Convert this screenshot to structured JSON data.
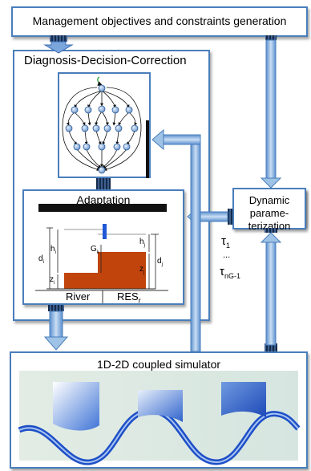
{
  "boxes": {
    "management": "Management objectives and constraints generation",
    "ddc": "Diagnosis-Decision-Correction",
    "adaptation": "Adaptation",
    "dynamic": [
      "Dynamic",
      "parame-",
      "terization"
    ],
    "simulator": "1D-2D coupled simulator"
  },
  "schematic": {
    "labels": {
      "d_left": "d",
      "d_left_sub": "i",
      "h_left": "h",
      "h_left_sub": "i",
      "z_left": "z",
      "z_left_sub": "i",
      "g": "G",
      "g_sub": "k",
      "h_right": "h",
      "h_right_sub": "j",
      "d_right": "d",
      "d_right_sub": "j",
      "z_right": "z",
      "z_right_sub": "j"
    },
    "river": "River",
    "res": "RES",
    "res_sub": "r"
  },
  "tau": {
    "tau1": "τ",
    "tau1_sub": "1",
    "dots": "...",
    "tauN": "τ",
    "tauN_sub": "nG-1"
  },
  "colors": {
    "frame": "#4a7ebb",
    "arrow_fill": "#9ec3e6",
    "node": "#7fa8d8",
    "barrier": "#c0440c",
    "gate": "#1f57d6"
  }
}
